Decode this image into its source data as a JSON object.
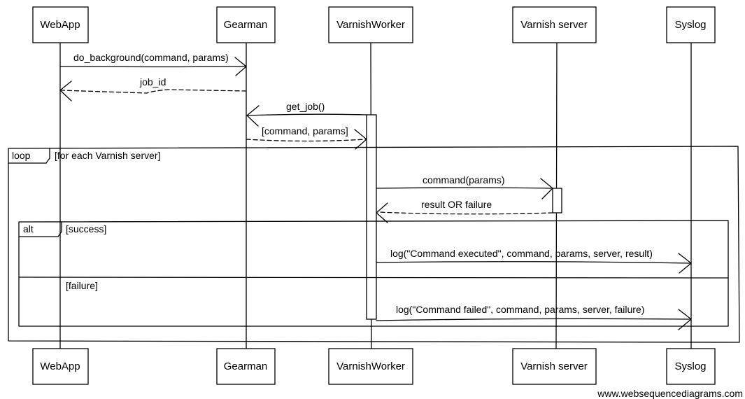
{
  "actors": [
    "WebApp",
    "Gearman",
    "VarnishWorker",
    "Varnish server",
    "Syslog"
  ],
  "messages": [
    {
      "label": "do_background(command, params)",
      "dashed": false
    },
    {
      "label": "job_id",
      "dashed": true
    },
    {
      "label": "get_job()",
      "dashed": false
    },
    {
      "label": "[command, params]",
      "dashed": true
    },
    {
      "label": "command(params)",
      "dashed": false
    },
    {
      "label": "result OR failure",
      "dashed": true
    },
    {
      "label": "log(\"Command executed\", command, params, server, result)",
      "dashed": false
    },
    {
      "label": "log(\"Command failed\", command, params, server, failure)",
      "dashed": false
    }
  ],
  "frames": {
    "loop": {
      "tag": "loop",
      "guard": "[for each Varnish server]"
    },
    "alt": {
      "tag": "alt",
      "guard": "[success]",
      "else_guard": "[failure]"
    }
  },
  "watermark": "www.websequencediagrams.com"
}
